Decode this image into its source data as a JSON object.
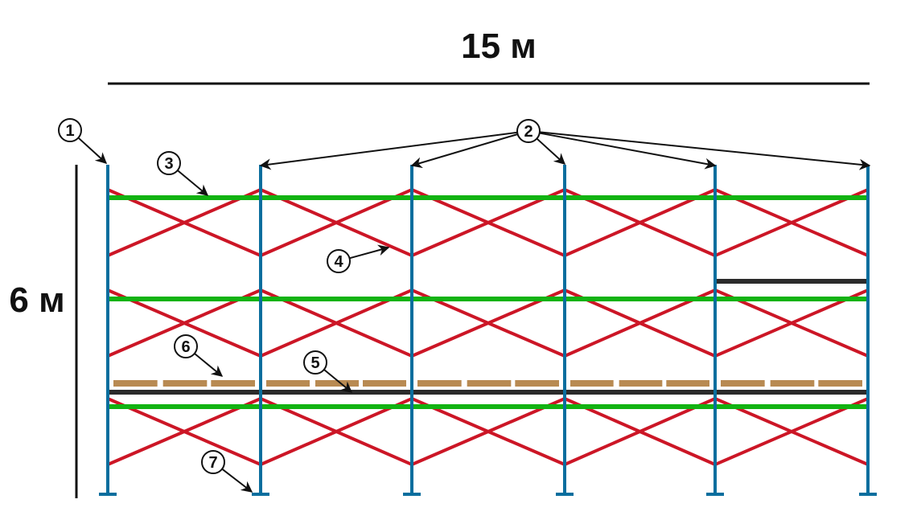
{
  "dimensions": {
    "width_label": "15 м",
    "height_label": "6 м"
  },
  "callouts": [
    "1",
    "2",
    "3",
    "4",
    "5",
    "6",
    "7"
  ],
  "colors": {
    "post": "#0a6e9e",
    "brace": "#cc1626",
    "rail": "#12b312",
    "beam": "#2b2b2b",
    "plank": "#b88a52"
  }
}
